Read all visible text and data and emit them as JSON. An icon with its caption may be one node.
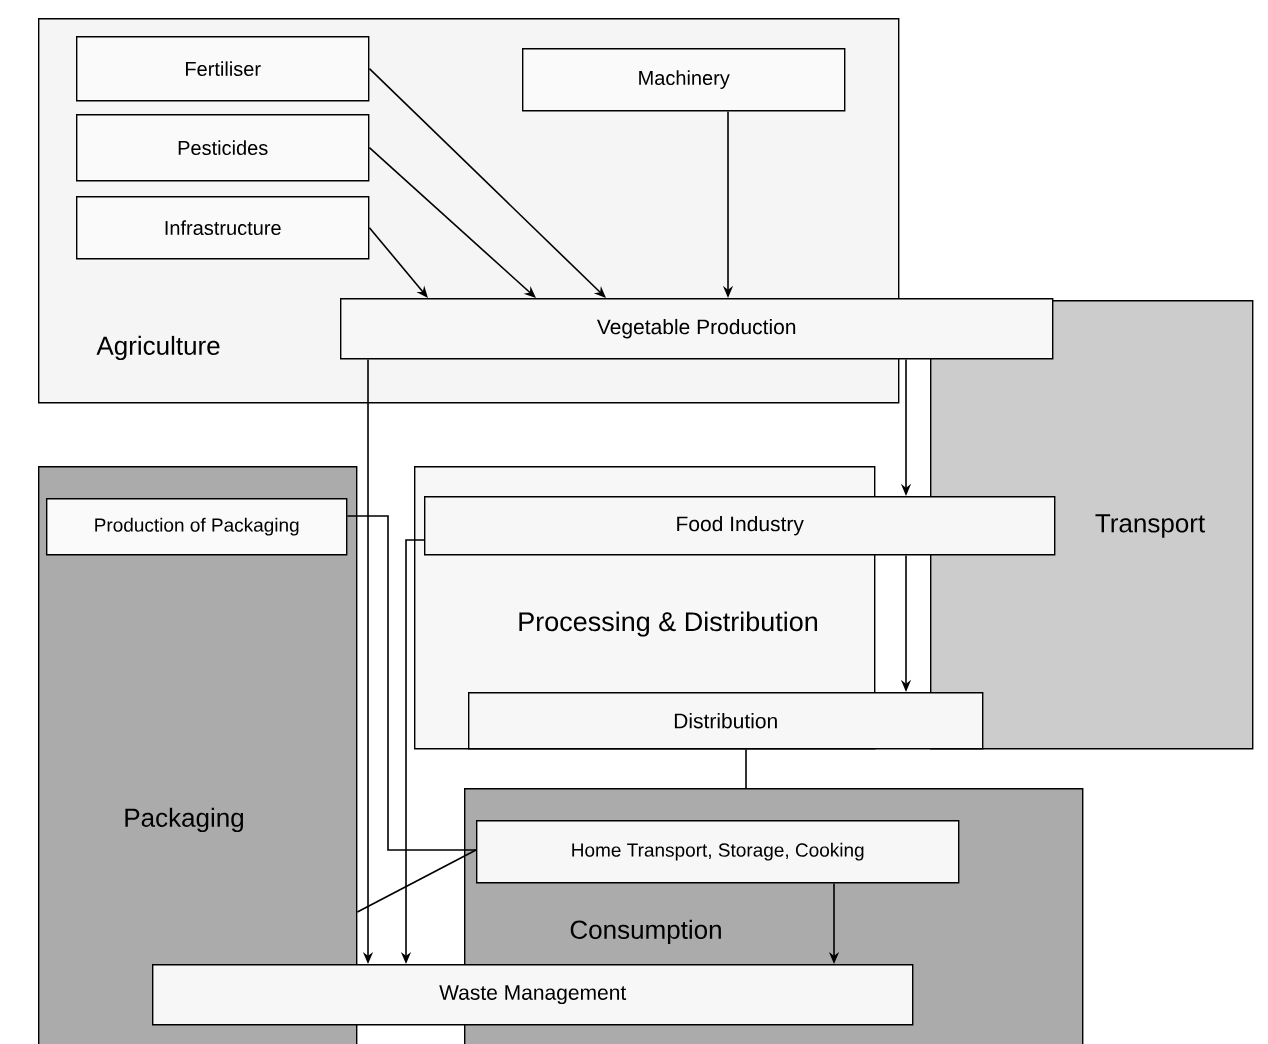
{
  "diagram": {
    "nodes": [
      {
        "text": [
          "Agriculture"
        ]
      },
      {
        "text": [
          "Fertiliser"
        ],
        "in": 0
      },
      {
        "text": [
          "Pesticides"
        ],
        "in": 0
      },
      {
        "text": [
          "Infrastructure"
        ],
        "in": 0
      },
      {
        "text": [
          "Machinery"
        ],
        "in": 0
      },
      {
        "text": [
          "Vegetable Production"
        ]
      },
      {
        "text": [
          "Transport"
        ]
      },
      {
        "text": [
          "Processing & Distribution"
        ]
      },
      {
        "text": [
          "Food Industry"
        ]
      },
      {
        "text": [
          "Distribution"
        ]
      },
      {
        "text": [
          "Packaging"
        ]
      },
      {
        "text": [
          "Production of Packaging"
        ],
        "in": 10
      },
      {
        "text": [
          "Consumption"
        ]
      },
      {
        "text": [
          "Home Transport, Storage, Cooking"
        ],
        "in": 12
      },
      {
        "text": [
          "Waste Management"
        ]
      }
    ],
    "edges": [
      {
        "from": 1,
        "to": 5,
        "arrow": "to"
      },
      {
        "from": 2,
        "to": 5,
        "arrow": "to"
      },
      {
        "from": 3,
        "to": 5,
        "arrow": "to"
      },
      {
        "from": 4,
        "to": 5,
        "arrow": "to"
      },
      {
        "from": 5,
        "to": 14,
        "arrow": "to"
      },
      {
        "from": 5,
        "to": 8,
        "arrow": "to"
      },
      {
        "from": 8,
        "to": 9,
        "arrow": "to"
      },
      {
        "from": 8,
        "to": 14,
        "arrow": "to"
      },
      {
        "from": 11,
        "to": 13,
        "arrow": "none"
      },
      {
        "from": 13,
        "to": 10,
        "arrow": "none"
      },
      {
        "from": 9,
        "to": 12,
        "arrow": "none"
      },
      {
        "from": 13,
        "to": 14,
        "arrow": "to"
      }
    ]
  }
}
